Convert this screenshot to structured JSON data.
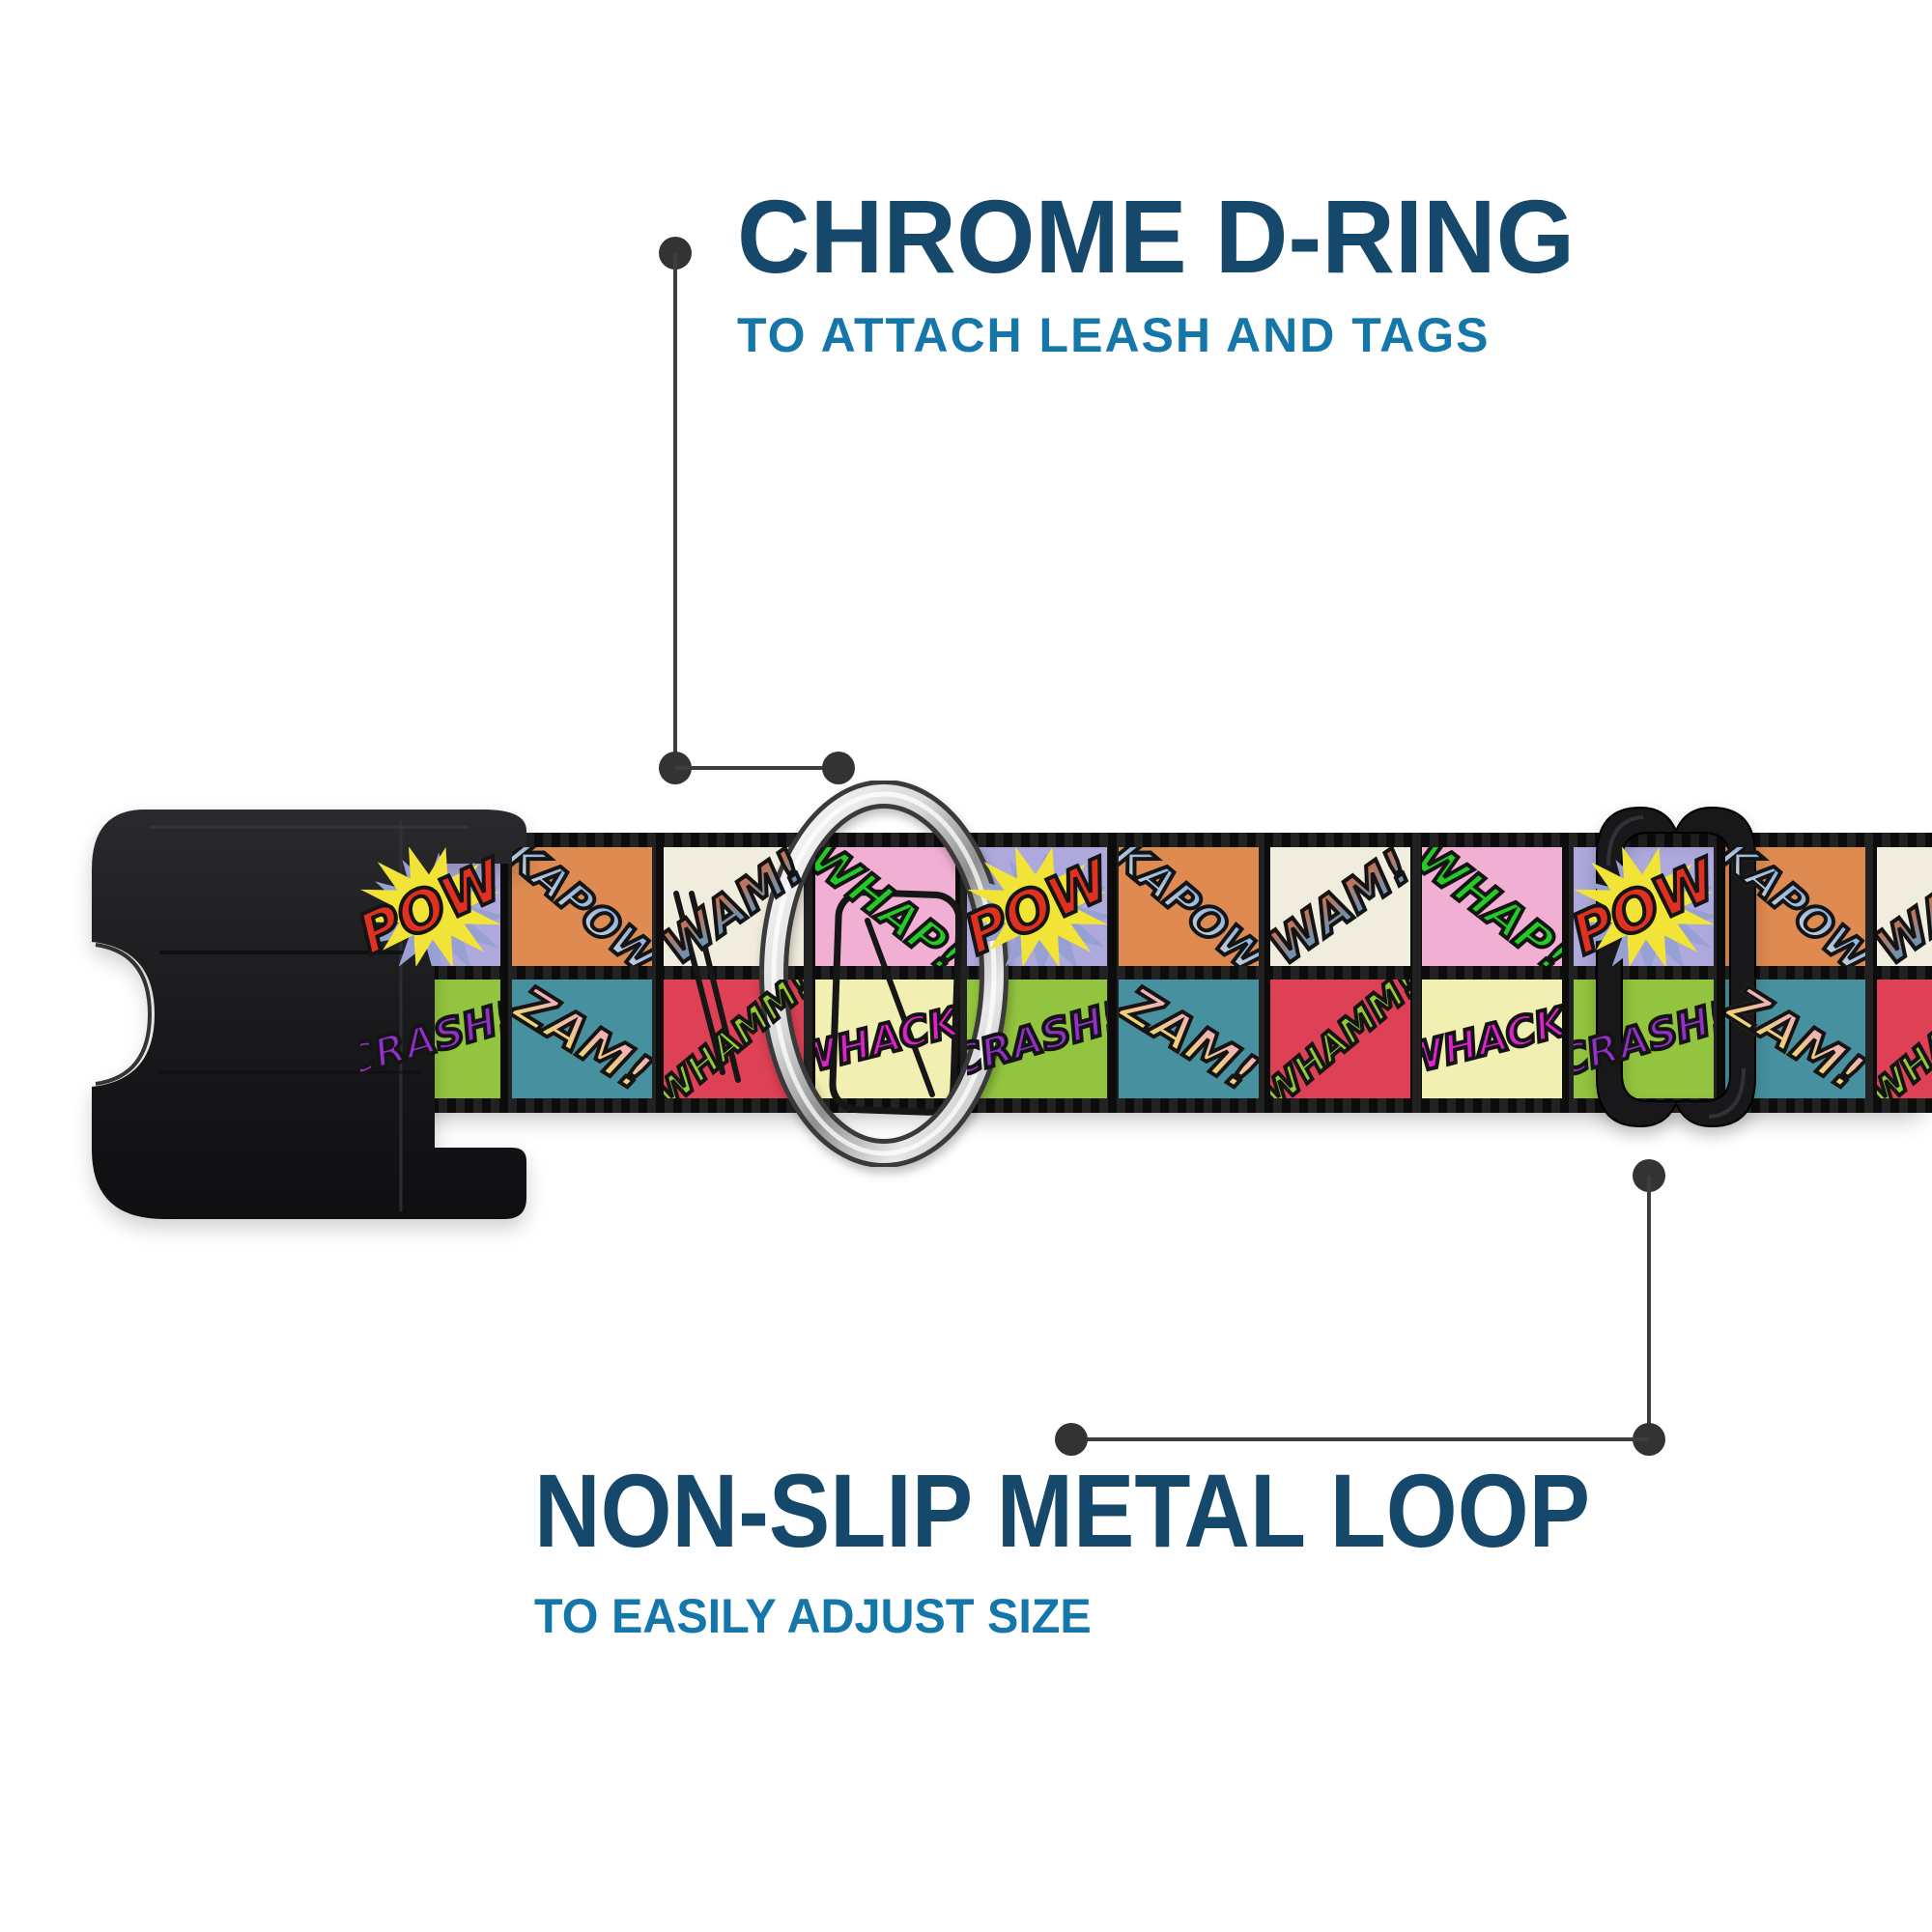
{
  "page": {
    "background": "#ffffff"
  },
  "connector": {
    "dot_color": "#333333",
    "line_color": "#3d3d3d"
  },
  "callouts": [
    {
      "title": "CHROME D-RING",
      "subtitle": "TO ATTACH LEASH AND TAGS",
      "title_color": "#15486a",
      "subtitle_color": "#1576a9",
      "target": "chrome-d-ring"
    },
    {
      "title": "NON-SLIP METAL LOOP",
      "subtitle": "TO EASILY ADJUST SIZE",
      "title_color": "#15486a",
      "subtitle_color": "#1576a9",
      "target": "metal-loop-slider"
    }
  ],
  "collar": {
    "strap_edge_color": "#141414",
    "hardware": {
      "buckle": {
        "name": "side-release-buckle",
        "color": "#1c1c1f"
      },
      "dring": {
        "name": "chrome-d-ring",
        "finish": "chrome"
      },
      "slider": {
        "name": "metal-loop-slider",
        "color": "#1a1a1d"
      }
    },
    "panel_types": {
      "pow": {
        "word": "POW",
        "bg": "#aea9dd",
        "color": "#e03020",
        "rotate": -24,
        "size": 58,
        "burst": true,
        "burst_color": "#f2e437",
        "burst_shadow": "#96a0d2"
      },
      "kapow": {
        "word": "KAPOW",
        "bg": "#de8a50",
        "color": "#9fb8d8",
        "grad": [
          "#85aede",
          "#d0d3d8"
        ],
        "rotate": 40,
        "size": 44
      },
      "wam": {
        "word": "WAM!",
        "bg": "#f1edde",
        "color": "#d96a3a",
        "grad": [
          "#d96a3a",
          "#4d9fd9"
        ],
        "rotate": -35,
        "size": 50,
        "texture": true
      },
      "whap": {
        "word": "WHAP!",
        "bg": "#f2afd4",
        "color": "#22cc25",
        "rotate": 38,
        "size": 48
      },
      "crash": {
        "word": "CRASH!",
        "bg": "#93c43f",
        "color": "#9430c9",
        "rotate": -16,
        "size": 42
      },
      "zam": {
        "word": "ZAM!",
        "bg": "#47909f",
        "color": "#efe05a",
        "grad": [
          "#f0a8c8",
          "#efe05a"
        ],
        "rotate": 32,
        "size": 52
      },
      "whamm": {
        "word": "WHAMM!",
        "bg": "#de4155",
        "color": "#97c838",
        "rotate": -40,
        "size": 38
      },
      "whack": {
        "word": "WHACK!",
        "bg": "#f2efb2",
        "color": "#dd22cc",
        "rotate": -14,
        "size": 42,
        "texture": true
      }
    },
    "columns": [
      [
        "pow",
        "crash"
      ],
      [
        "kapow",
        "zam"
      ],
      [
        "wam",
        "whamm"
      ],
      [
        "whap",
        "whack"
      ],
      [
        "pow",
        "crash"
      ],
      [
        "kapow",
        "zam"
      ],
      [
        "wam",
        "whamm"
      ],
      [
        "whap",
        "whack"
      ],
      [
        "pow",
        "crash"
      ],
      [
        "kapow",
        "zam"
      ],
      [
        "wam",
        "whamm"
      ]
    ]
  }
}
